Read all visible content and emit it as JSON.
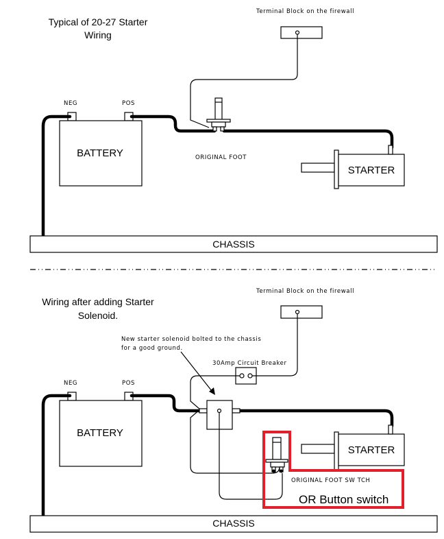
{
  "top_diagram": {
    "title_line1": "Typical of 20-27 Starter",
    "title_line2": "Wiring",
    "terminal_block_label": "Terminal Block on the firewall",
    "neg_label": "NEG",
    "pos_label": "POS",
    "battery_label": "BATTERY",
    "foot_switch_label": "ORIGINAL FOOT",
    "starter_label": "STARTER",
    "chassis_label": "CHASSIS"
  },
  "bottom_diagram": {
    "title_line1": "Wiring after adding Starter",
    "title_line2": "Solenoid.",
    "terminal_block_label": "Terminal Block on the firewall",
    "solenoid_note_line1": "New starter solenoid bolted to the chassis",
    "solenoid_note_line2": "for a good ground.",
    "breaker_label": "30Amp Circuit Breaker",
    "neg_label": "NEG",
    "pos_label": "POS",
    "battery_label": "BATTERY",
    "starter_label": "STARTER",
    "foot_switch_label": "ORIGINAL FOOT SW TCH",
    "alt_switch_label": "OR Button switch",
    "chassis_label": "CHASSIS"
  },
  "colors": {
    "line": "#000000",
    "highlight": "#e0202a",
    "background": "#ffffff"
  }
}
